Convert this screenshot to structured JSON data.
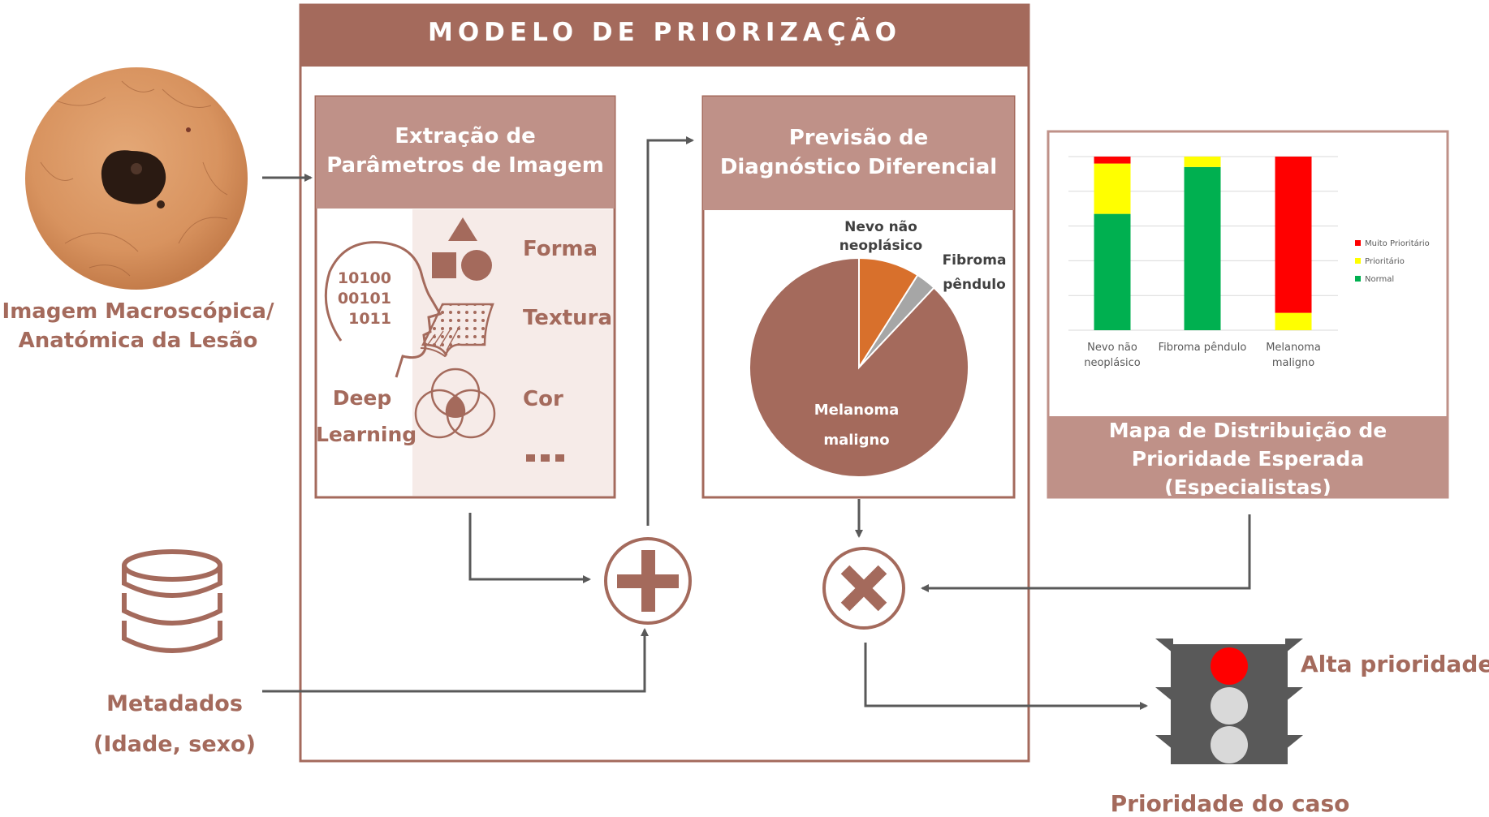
{
  "lesion_image": {
    "caption_line1": "Imagem Macroscópica/",
    "caption_line2": "Anatómica da Lesão"
  },
  "metadata": {
    "label_line1": "Metadados",
    "label_line2": "(Idade, sexo)"
  },
  "model": {
    "title": "MODELO DE PRIORIZAÇÃO"
  },
  "extraction": {
    "title_line1": "Extração de",
    "title_line2": "Parâmetros de Imagem",
    "binary_lines": [
      "10100",
      "00101",
      "1011"
    ],
    "deep_learning_line1": "Deep",
    "deep_learning_line2": "Learning",
    "features": [
      "Forma",
      "Textura",
      "Cor"
    ],
    "more": "..."
  },
  "prediction": {
    "title_line1": "Previsão de",
    "title_line2": "Diagnóstico Diferencial",
    "slice_labels": {
      "nevo_line1": "Nevo não",
      "nevo_line2": "neoplásico",
      "fibroma_line1": "Fibroma",
      "fibroma_line2": "pêndulo",
      "melanoma_line1": "Melanoma",
      "melanoma_line2": "maligno"
    }
  },
  "distribution": {
    "title_line1": "Mapa de Distribuição de",
    "title_line2": "Prioridade Esperada",
    "title_line3": "(Especialistas)"
  },
  "output": {
    "priority_label": "Alta prioridade",
    "case_label": "Prioridade do caso"
  },
  "colors": {
    "brown": "#a46a5c",
    "header": "#bf9188",
    "light_panel": "#f6ebe8",
    "red": "#ff0000",
    "yellow": "#ffff00",
    "green": "#00b050",
    "orange": "#d8702c",
    "grey": "#a6a6a6"
  },
  "chart_data": [
    {
      "type": "pie",
      "categories": [
        "Nevo não neoplásico",
        "Fibroma pêndulo",
        "Melanoma maligno"
      ],
      "values": [
        9,
        3,
        88
      ]
    },
    {
      "type": "bar",
      "stacked": true,
      "categories": [
        "Nevo não neoplásico",
        "Fibroma pêndulo",
        "Melanoma maligno"
      ],
      "series": [
        {
          "name": "Normal",
          "values": [
            67,
            94,
            0
          ],
          "color": "#00b050"
        },
        {
          "name": "Prioritário",
          "values": [
            29,
            6,
            10
          ],
          "color": "#ffff00"
        },
        {
          "name": "Muito Prioritário",
          "values": [
            4,
            0,
            90
          ],
          "color": "#ff0000"
        }
      ],
      "category_labels": [
        [
          "Nevo não",
          "neoplásico"
        ],
        [
          "Fibroma pêndulo"
        ],
        [
          "Melanoma",
          "maligno"
        ]
      ],
      "legend_order": [
        "Muito Prioritário",
        "Prioritário",
        "Normal"
      ],
      "legend_position": "right",
      "grid": true
    }
  ]
}
